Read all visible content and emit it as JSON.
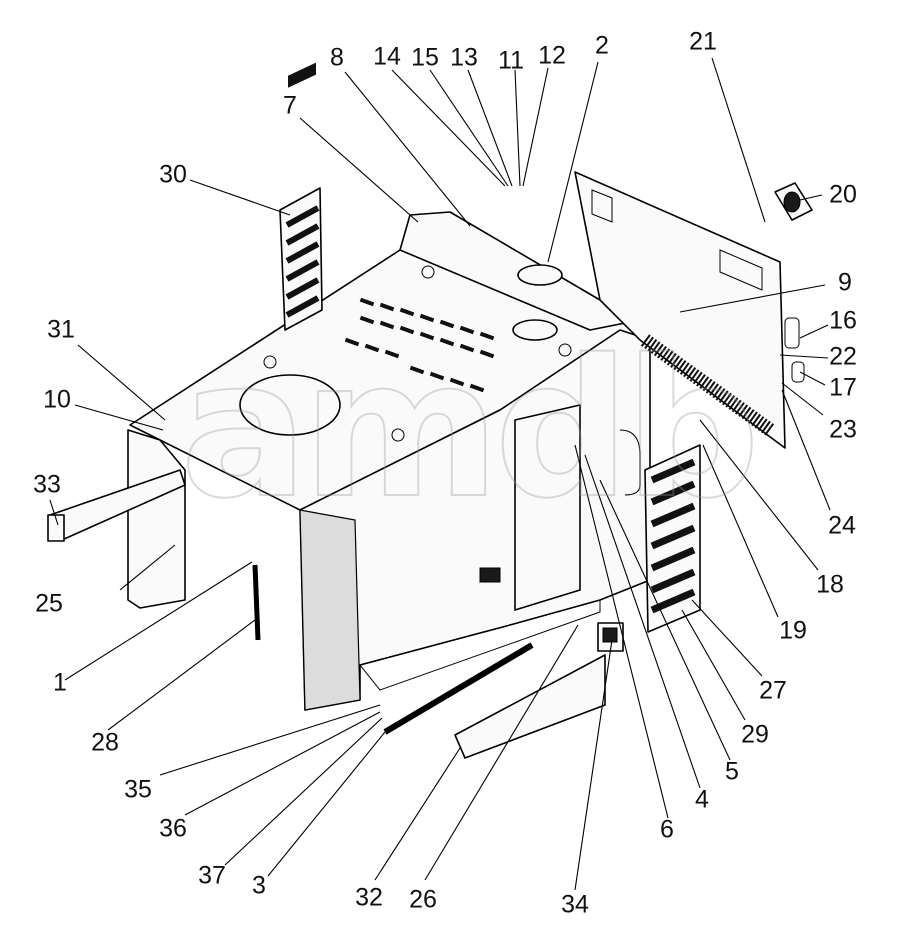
{
  "title": "",
  "watermark": "amdb",
  "labels": [
    {
      "id": "l1",
      "text": "1"
    },
    {
      "id": "l2",
      "text": "2"
    },
    {
      "id": "l3",
      "text": "3"
    },
    {
      "id": "l4",
      "text": "4"
    },
    {
      "id": "l5",
      "text": "5"
    },
    {
      "id": "l6",
      "text": "6"
    },
    {
      "id": "l7",
      "text": "7"
    },
    {
      "id": "l8",
      "text": "8"
    },
    {
      "id": "l9",
      "text": "9"
    },
    {
      "id": "l10",
      "text": "10"
    },
    {
      "id": "l11",
      "text": "11"
    },
    {
      "id": "l12",
      "text": "12"
    },
    {
      "id": "l13",
      "text": "13"
    },
    {
      "id": "l14",
      "text": "14"
    },
    {
      "id": "l15",
      "text": "15"
    },
    {
      "id": "l16",
      "text": "16"
    },
    {
      "id": "l17",
      "text": "17"
    },
    {
      "id": "l18",
      "text": "18"
    },
    {
      "id": "l19",
      "text": "19"
    },
    {
      "id": "l20",
      "text": "20"
    },
    {
      "id": "l21",
      "text": "21"
    },
    {
      "id": "l22",
      "text": "22"
    },
    {
      "id": "l23",
      "text": "23"
    },
    {
      "id": "l24",
      "text": "24"
    },
    {
      "id": "l25",
      "text": "25"
    },
    {
      "id": "l26",
      "text": "26"
    },
    {
      "id": "l27",
      "text": "27"
    },
    {
      "id": "l28",
      "text": "28"
    },
    {
      "id": "l29",
      "text": "29"
    },
    {
      "id": "l30",
      "text": "30"
    },
    {
      "id": "l31",
      "text": "31"
    },
    {
      "id": "l32",
      "text": "32"
    },
    {
      "id": "l33",
      "text": "33"
    },
    {
      "id": "l34",
      "text": "34"
    },
    {
      "id": "l35",
      "text": "35"
    },
    {
      "id": "l36",
      "text": "36"
    },
    {
      "id": "l37",
      "text": "37"
    }
  ]
}
